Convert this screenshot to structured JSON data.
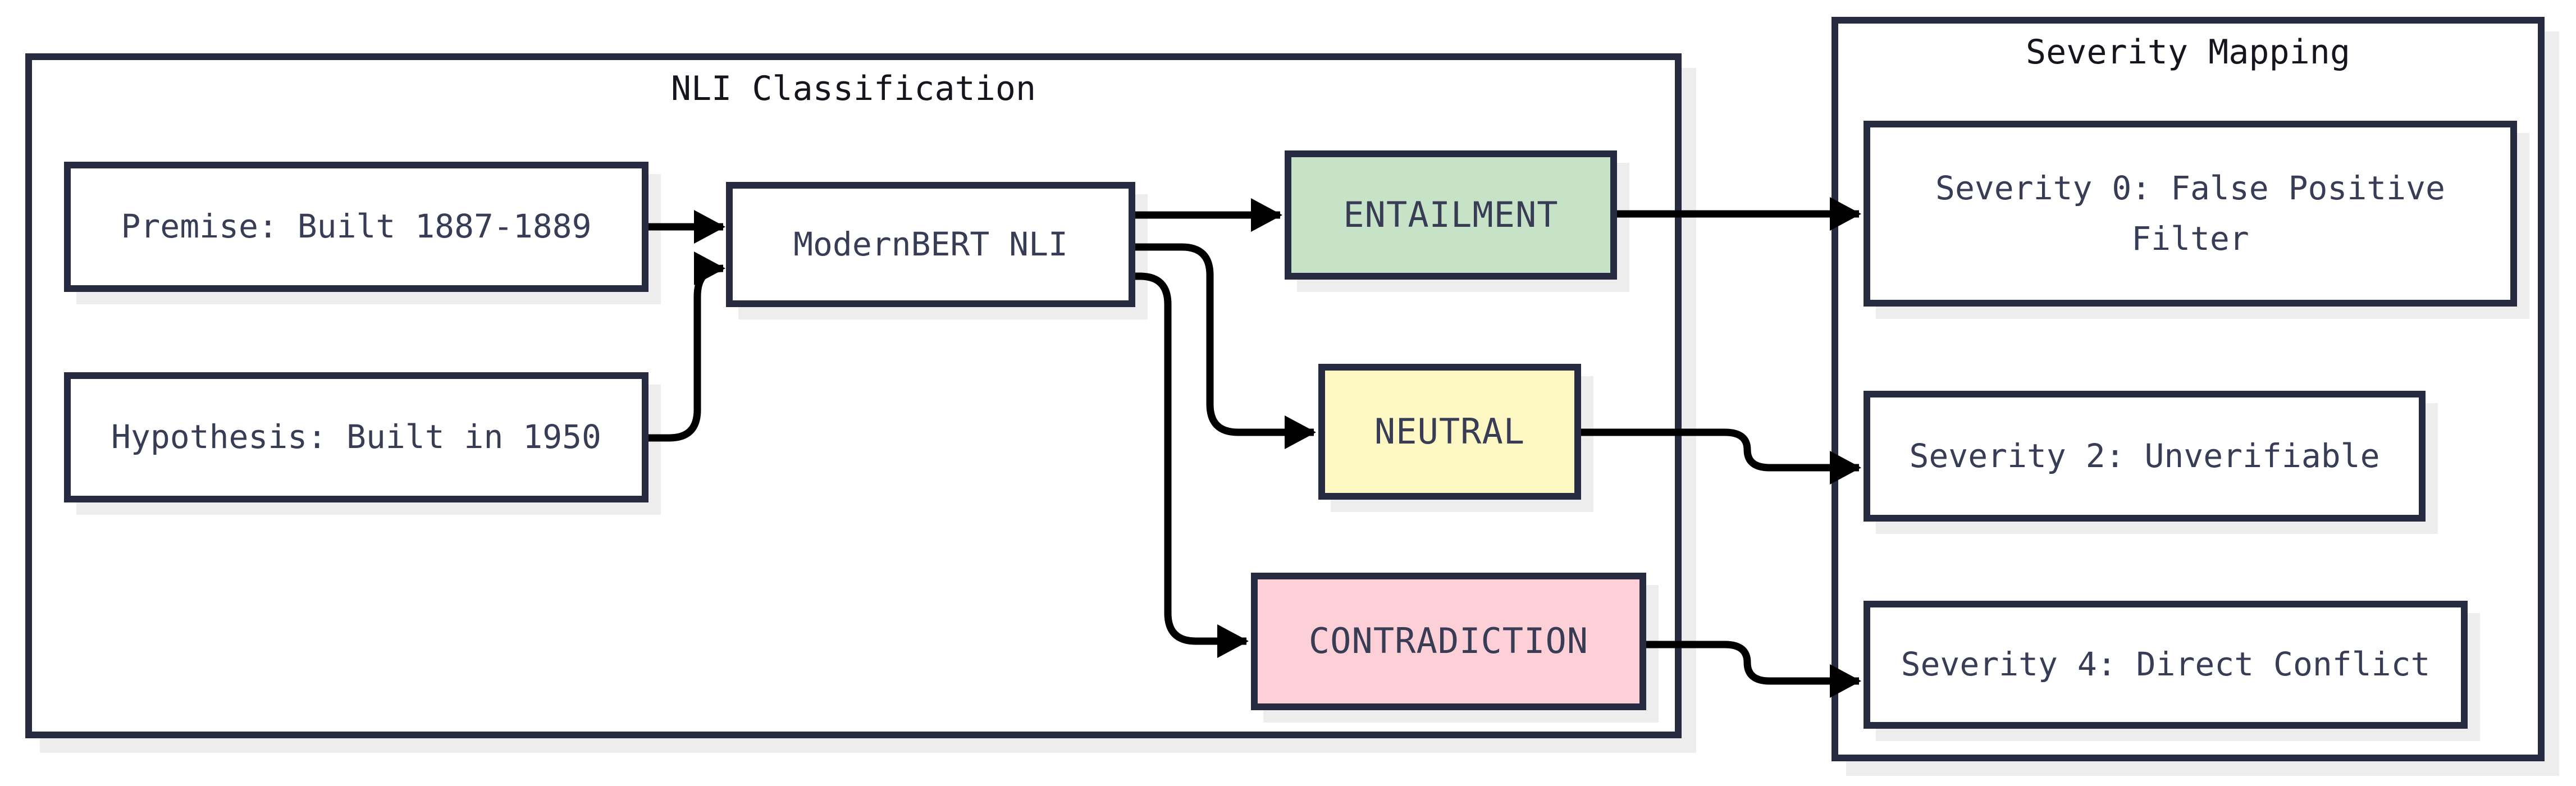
{
  "diagram_title": "NLI severity mapping flow",
  "palette": {
    "node_border": "#272b41",
    "node_text": "#383c55",
    "title_text": "#15151e",
    "arrow": "#000000",
    "shadow": "#ededed",
    "background": "#ffffff"
  },
  "containers": {
    "nli": {
      "label": "NLI Classification"
    },
    "severity": {
      "label": "Severity Mapping"
    }
  },
  "nodes": {
    "premise": {
      "label": "Premise: Built 1887-1889",
      "fill": "#ffffff"
    },
    "hypothesis": {
      "label": "Hypothesis: Built in 1950",
      "fill": "#ffffff"
    },
    "model": {
      "label": "ModernBERT NLI",
      "fill": "#ffffff"
    },
    "entailment": {
      "label": "ENTAILMENT",
      "fill": "#c6e3c8"
    },
    "neutral": {
      "label": "NEUTRAL",
      "fill": "#fdf7c4"
    },
    "contradiction": {
      "label": "CONTRADICTION",
      "fill": "#fcd0d6"
    },
    "sev0": {
      "label": "Severity 0: False Positive\nFilter",
      "fill": "#ffffff"
    },
    "sev2": {
      "label": "Severity 2: Unverifiable",
      "fill": "#ffffff"
    },
    "sev4": {
      "label": "Severity 4: Direct Conflict",
      "fill": "#ffffff"
    }
  },
  "edges": [
    {
      "from": "premise",
      "to": "model"
    },
    {
      "from": "hypothesis",
      "to": "model"
    },
    {
      "from": "model",
      "to": "entailment"
    },
    {
      "from": "model",
      "to": "neutral"
    },
    {
      "from": "model",
      "to": "contradiction"
    },
    {
      "from": "entailment",
      "to": "sev0"
    },
    {
      "from": "neutral",
      "to": "sev2"
    },
    {
      "from": "contradiction",
      "to": "sev4"
    }
  ]
}
